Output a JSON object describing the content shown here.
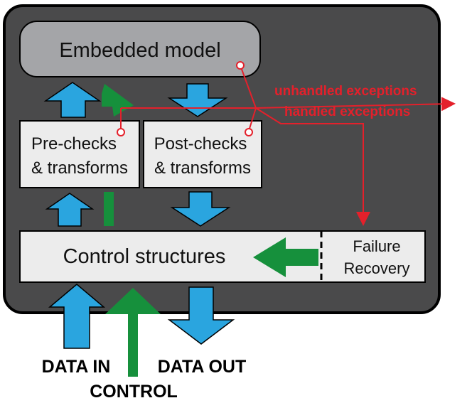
{
  "boxes": {
    "embedded_model": "Embedded model",
    "pre_checks_line1": "Pre-checks",
    "pre_checks_line2": "& transforms",
    "post_checks_line1": "Post-checks",
    "post_checks_line2": "& transforms",
    "control_structures": "Control structures",
    "failure_recovery_line1": "Failure",
    "failure_recovery_line2": "Recovery"
  },
  "exceptions": {
    "unhandled": "unhandled exceptions",
    "handled": "handled exceptions"
  },
  "io": {
    "data_in": "DATA IN",
    "data_out": "DATA OUT",
    "control": "CONTROL"
  },
  "colors": {
    "frame": "#4a4a4b",
    "model_box": "#a4a5a8",
    "light_box": "#ececec",
    "data_arrow": "#2aa5df",
    "control_arrow": "#16903c",
    "exception": "#e4202b"
  }
}
